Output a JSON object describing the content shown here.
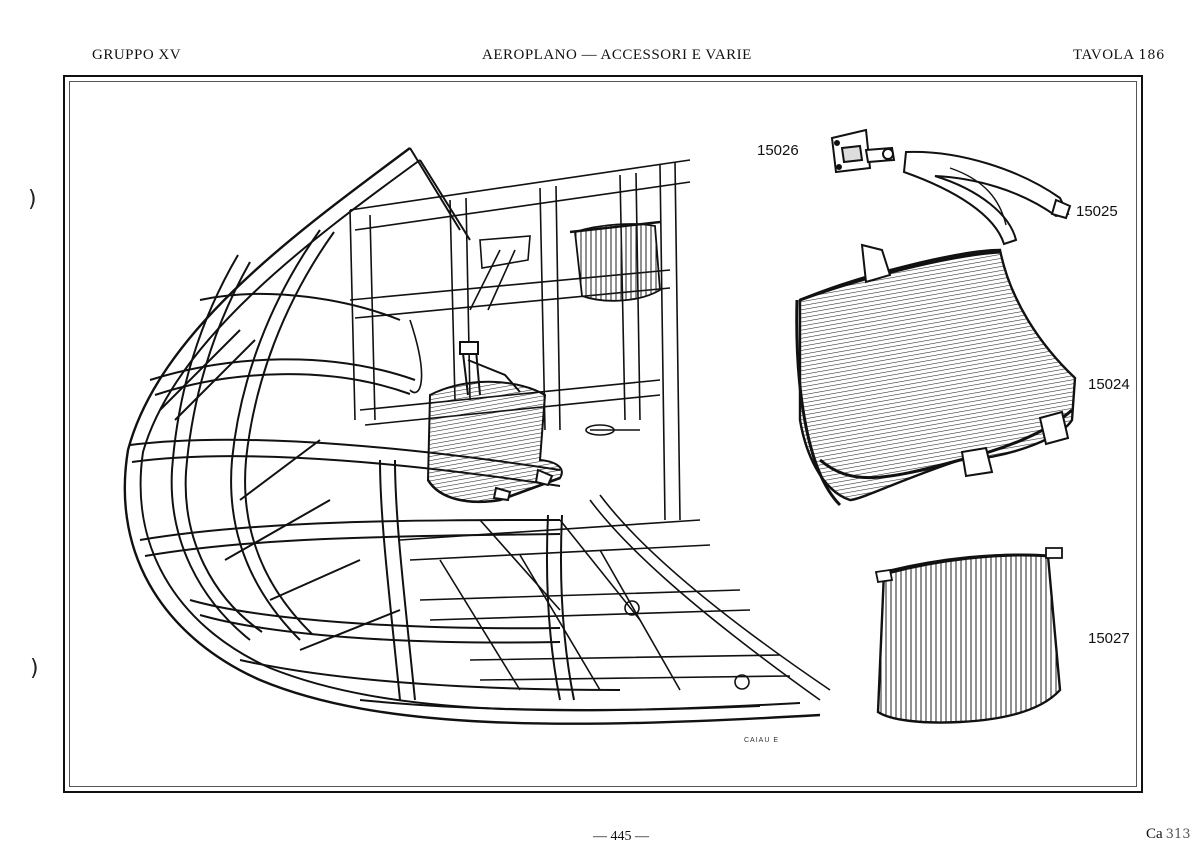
{
  "header": {
    "group": "GRUPPO XV",
    "title": "AEROPLANO — ACCESSORI E VARIE",
    "plate_label": "TAVOLA",
    "plate_number": "186"
  },
  "parts": {
    "p15026": "15026",
    "p15025": "15025",
    "p15024": "15024",
    "p15027": "15027"
  },
  "signature": "CAIAU E",
  "footer": {
    "page_number": "— 445 —",
    "model": "Ca",
    "model_number": "313"
  },
  "punch_marks": [
    ")",
    ")"
  ],
  "colors": {
    "ink": "#111111",
    "paper": "#ffffff"
  }
}
